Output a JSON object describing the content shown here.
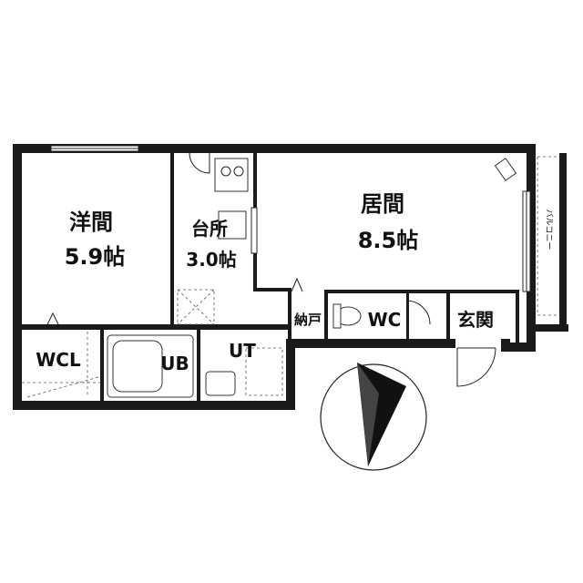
{
  "rooms": {
    "western_room": {
      "name": "洋間",
      "size": "5.9帖"
    },
    "kitchen": {
      "name": "台所",
      "size": "3.0帖"
    },
    "living": {
      "name": "居間",
      "size": "8.5帖"
    },
    "walk_in_closet": {
      "name": "WCL"
    },
    "bath": {
      "name": "UB"
    },
    "utility": {
      "name": "UT"
    },
    "storage": {
      "name": "納戸"
    },
    "toilet": {
      "name": "WC"
    },
    "entrance": {
      "name": "玄関"
    },
    "balcony": {
      "name": "バルコニー"
    }
  },
  "compass": {
    "icon": "north-arrow-icon"
  },
  "colors": {
    "wall": "#1a1a1a",
    "line": "#222222",
    "background": "#ffffff"
  }
}
